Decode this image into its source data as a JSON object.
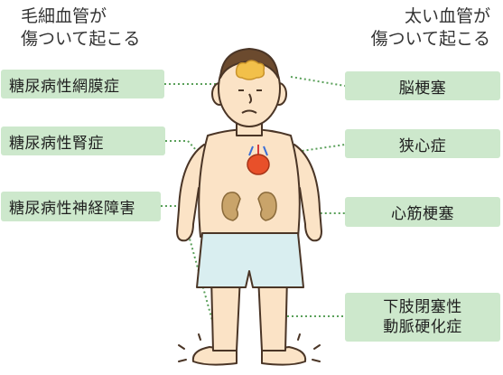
{
  "left_heading": {
    "line1": "毛細血管が",
    "line2": "傷ついて起こる"
  },
  "right_heading": {
    "line1": "太い血管が",
    "line2": "傷ついて起こる"
  },
  "left_labels": [
    {
      "text": "糖尿病性網膜症"
    },
    {
      "text": "糖尿病性腎症"
    },
    {
      "text": "糖尿病性神経障害"
    }
  ],
  "right_labels": [
    {
      "text": "脳梗塞"
    },
    {
      "text": "狭心症"
    },
    {
      "text": "心筋梗塞"
    },
    {
      "line1": "下肢閉塞性",
      "line2": "動脈硬化症"
    }
  ],
  "colors": {
    "label_bg": "#cde8cc",
    "leader_dots": "#5aa05a",
    "skin": "#fbe3c6",
    "outline": "#4a3526",
    "shorts": "#d9eef0",
    "kidney": "#c9a46a",
    "brain": "#f2c04a",
    "heart": "#e8502a"
  }
}
